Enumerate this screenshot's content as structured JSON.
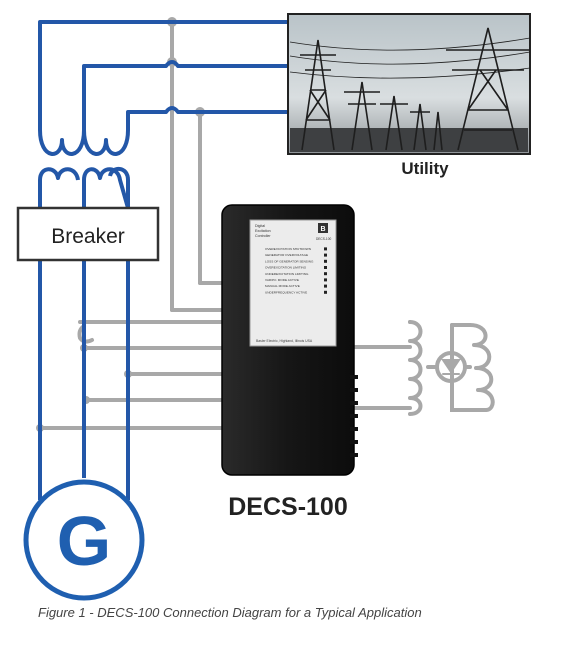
{
  "labels": {
    "utility": "Utility",
    "breaker": "Breaker",
    "device": "DECS-100",
    "generator": "G"
  },
  "caption": "Figure 1 - DECS-100 Connection Diagram for a Typical Application",
  "panel": {
    "brand_line_1": "Digital",
    "brand_line_2": "Excitation",
    "brand_line_3": "Controller",
    "model": "DECS-100",
    "manufacturer": "Basler Electric, Highland, Illinois USA",
    "indicators": [
      "OVEREXCITATION SHUTDOWN",
      "GENERATOR OVERVOLTAGE",
      "LOSS OF GENERATOR SENSING",
      "OVEREXCITATION LIMITING",
      "UNDEREXCITATION LIMITING",
      "VAR/P.F. MODE ACTIVE",
      "MANUAL MODE ACTIVE",
      "UNDERFREQUENCY ACTIVE"
    ]
  },
  "colors": {
    "blue_wire": "#2357a8",
    "gray_wire": "#a8a8a8",
    "device_body": "#1a1a1a",
    "generator": "#1f5fb0"
  }
}
